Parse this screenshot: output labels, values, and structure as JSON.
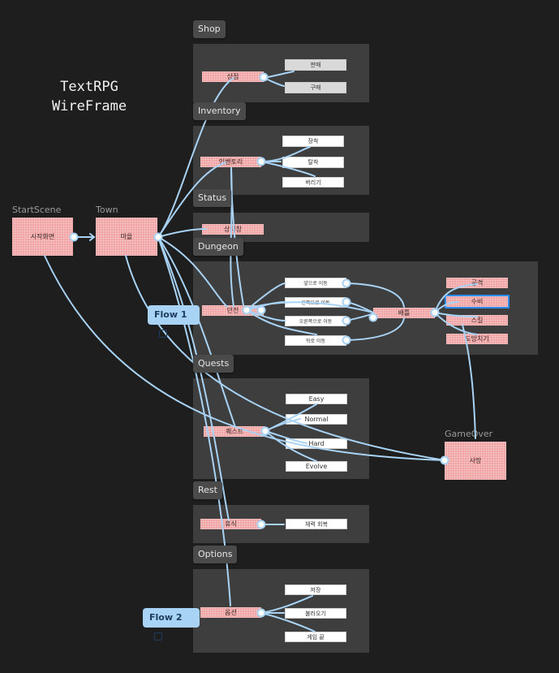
{
  "title": "TextRPG\nWireFrame",
  "frames": {
    "start": "StartScene",
    "town": "Town",
    "gameover": "GameOver"
  },
  "sections": {
    "shop": "Shop",
    "inventory": "Inventory",
    "status": "Status",
    "dungeon": "Dungeon",
    "quests": "Quests",
    "rest": "Rest",
    "options": "Options"
  },
  "nodes": {
    "start": "시작화면",
    "town": "마을",
    "shop": "상점",
    "sell": "판매",
    "buy": "구매",
    "inventory": "인벤토리",
    "equip": "장착",
    "unequip": "탈착",
    "discard": "버리기",
    "status": "상태창",
    "dungeon": "던전",
    "move_front": "앞으로 이동",
    "move_left": "왼쪽으로 이동",
    "move_right": "오른쪽으로 이동",
    "move_back": "뒤로 이동",
    "battle": "배틀",
    "attack": "공격",
    "defend": "수비",
    "skill": "스킬",
    "flee": "도망치기",
    "quest": "퀘스트",
    "easy": "Easy",
    "normal": "Normal",
    "hard": "Hard",
    "evolve": "Evolve",
    "rest": "휴식",
    "recover": "체력 회복",
    "options": "옵션",
    "save": "저장",
    "load": "불러오기",
    "quit": "게임 끝",
    "death": "사망"
  },
  "flows": {
    "flow1": "Flow 1",
    "flow2": "Flow 2"
  },
  "colors": {
    "background": "#1e1e1e",
    "section": "#3e3e3e",
    "screen_node": "#f1a3a3",
    "action_node": "#ffffff",
    "connector": "#a9d3f5",
    "flow_tag": "#a9d3f5",
    "selection": "#2d8cff"
  }
}
